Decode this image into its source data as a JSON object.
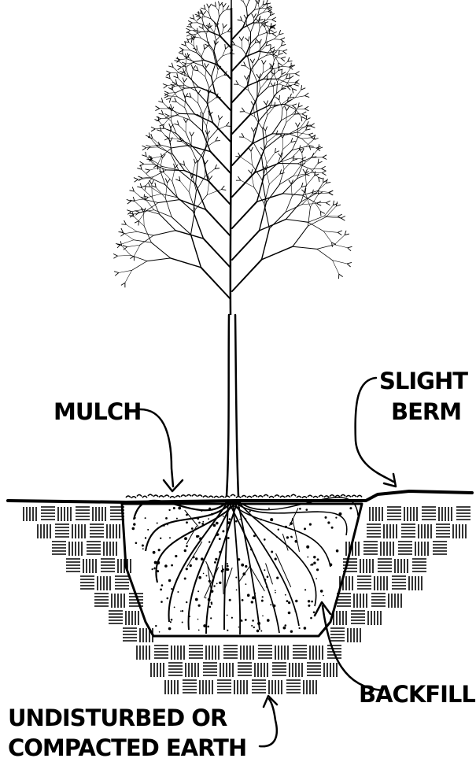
{
  "labels": {
    "mulch": "MULCH",
    "berm_line1": "SLIGHT",
    "berm_line2": "BERM",
    "backfill": "BACKFILL",
    "earth_line1": "UNDISTURBED OR",
    "earth_line2": "COMPACTED EARTH"
  }
}
